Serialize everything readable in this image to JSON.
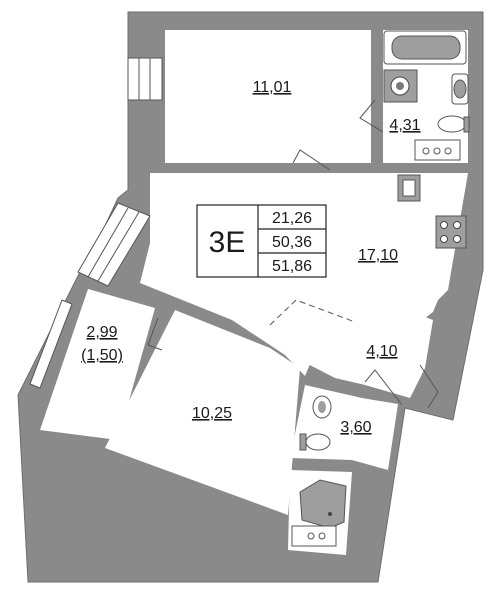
{
  "apartment": {
    "type_code": "3E",
    "area_living": "21,26",
    "area_total": "50,36",
    "area_gross": "51,86"
  },
  "rooms": {
    "room_top": "11,01",
    "bathroom_top": "4,31",
    "kitchen": "17,10",
    "hall": "4,10",
    "loggia": "2,99",
    "loggia_reduced": "(1,50)",
    "room_bottom": "10,25",
    "bathroom_bottom": "3,60"
  },
  "colors": {
    "wall": "#8a8a8a",
    "floor": "#ffffff",
    "line": "#555555"
  },
  "icons": [
    "bathtub-icon",
    "washbasin-icon",
    "toilet-icon",
    "washing-machine-icon",
    "stove-icon",
    "sink-icon",
    "shower-icon"
  ]
}
